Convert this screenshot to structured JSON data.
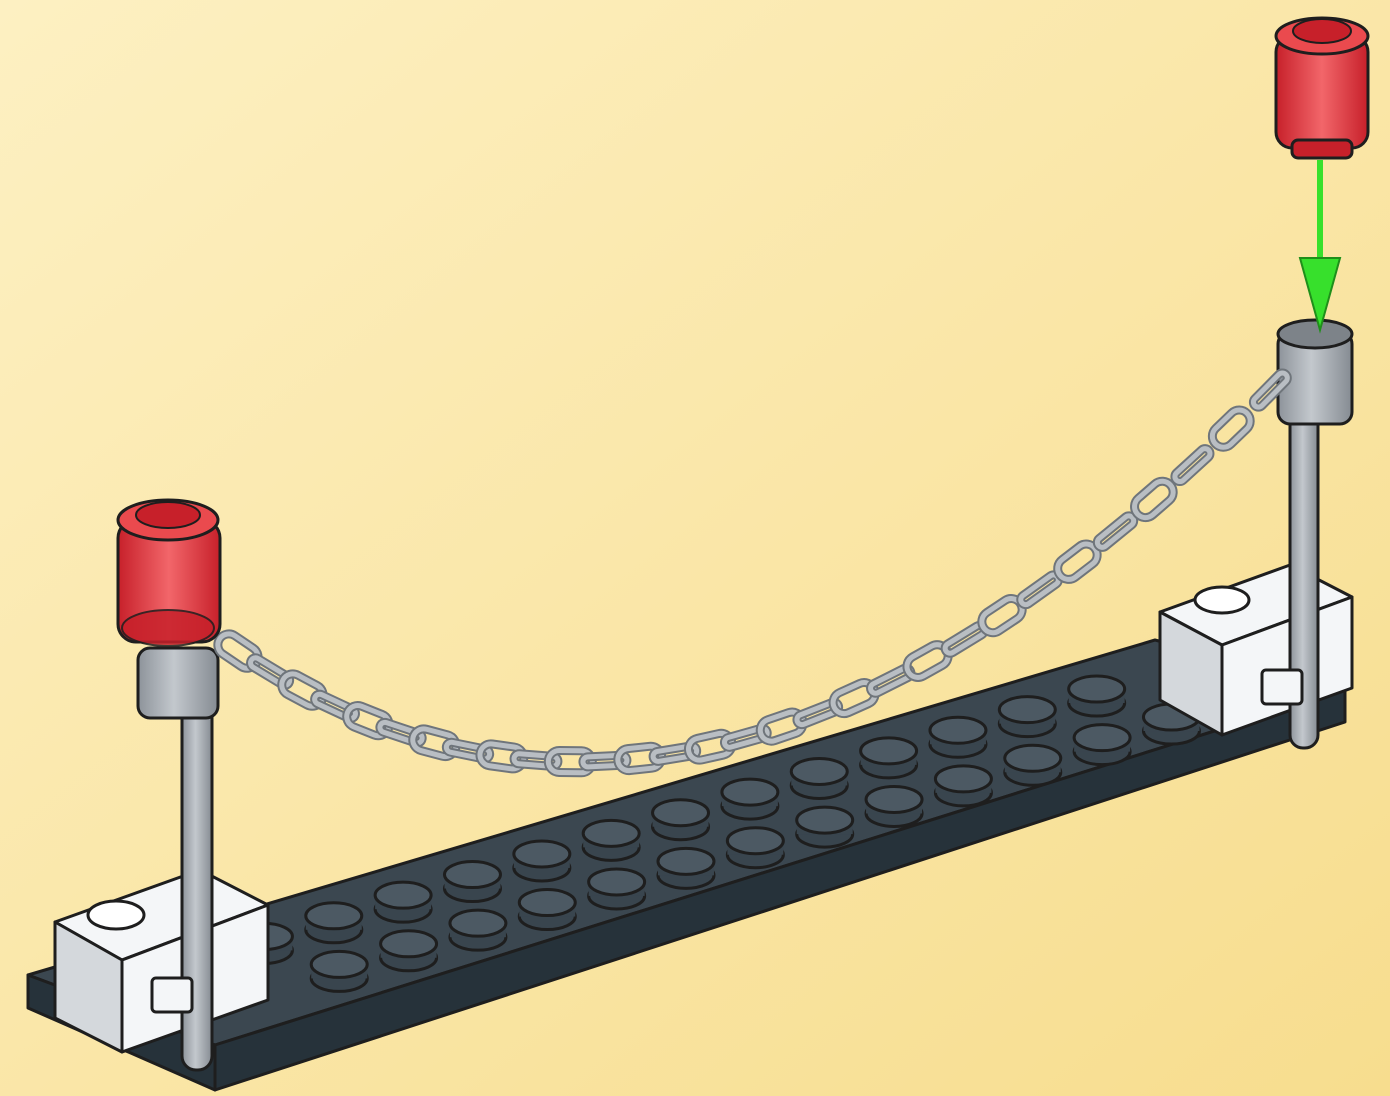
{
  "diagram": {
    "kind": "building-instruction-step",
    "background": {
      "top_color": "#fdf0c2",
      "bottom_color": "#f7dd8e"
    },
    "colors": {
      "base_plate": "#3b4750",
      "base_plate_side": "#26323a",
      "stud": "#39454e",
      "stud_top": "#4c5963",
      "white_brick": "#f4f6f8",
      "white_brick_shade": "#d4d8dc",
      "post": "#a7adb3",
      "post_shade": "#858b92",
      "chain": "#b9bec3",
      "chain_outline": "#6f757b",
      "cap_red": "#ea4a4e",
      "cap_red_dark": "#c7202a",
      "arrow": "#37e02c",
      "outline": "#1e1e1e"
    },
    "parts": [
      {
        "name": "base-plate",
        "color": "dark-bluish-gray",
        "count": 1
      },
      {
        "name": "white-brick",
        "color": "white",
        "count": 2
      },
      {
        "name": "post",
        "color": "light-bluish-gray",
        "count": 2
      },
      {
        "name": "chain",
        "color": "light-bluish-gray",
        "count": 1
      },
      {
        "name": "round-cap",
        "color": "trans-red",
        "count": 2
      }
    ],
    "arrow": {
      "direction": "down",
      "part": "round-cap"
    }
  }
}
